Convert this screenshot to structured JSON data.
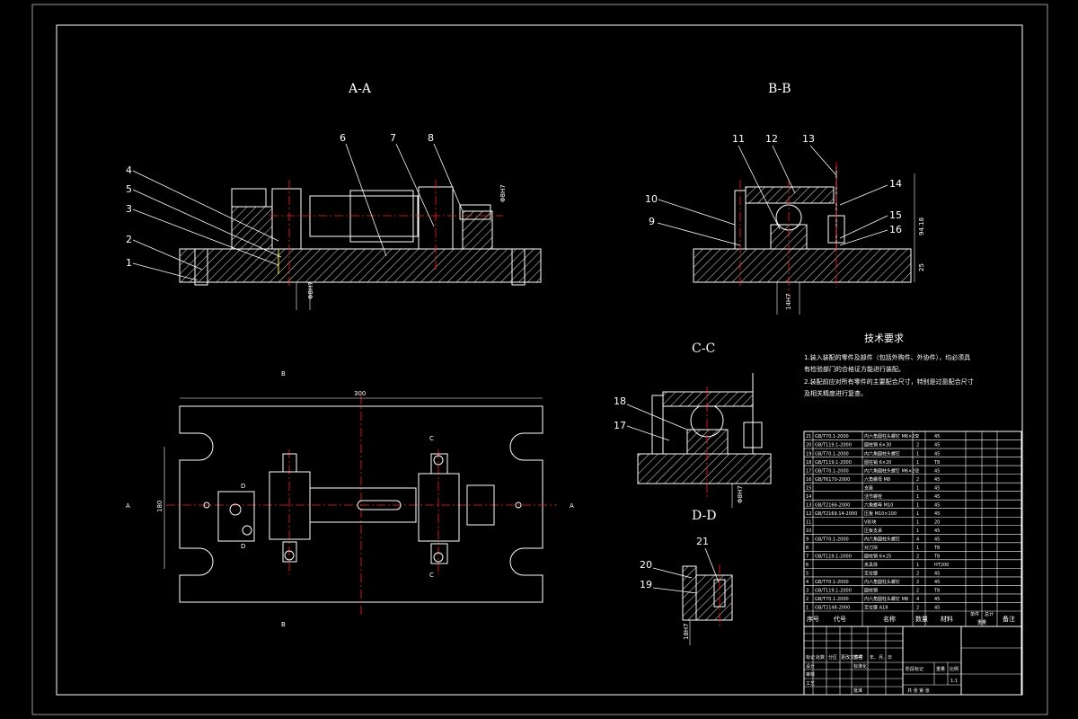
{
  "views": {
    "aa": "A-A",
    "bb": "B-B",
    "cc": "C-C",
    "dd": "D-D"
  },
  "section_markers": {
    "a_left": "A",
    "a_right": "A",
    "b_top": "B",
    "b_bottom": "B",
    "c_top": "C",
    "c_bottom": "C",
    "d_top": "D",
    "d_bottom": "D"
  },
  "dimensions": {
    "plan_length": "300",
    "plan_width": "180",
    "bb_height": "94.18",
    "bb_base": "25"
  },
  "part_callouts": [
    "1",
    "2",
    "3",
    "4",
    "5",
    "6",
    "7",
    "8",
    "9",
    "10",
    "11",
    "12",
    "13",
    "14",
    "15",
    "16",
    "17",
    "18",
    "19",
    "20",
    "21"
  ],
  "tech_req": {
    "title": "技术要求",
    "line1": "1.装入装配的零件及部件（包括外购件、外协件），均必须具",
    "line2": "有检验部门的合格证方能进行装配。",
    "line3": "2.装配前应对所有零件的主要配合尺寸，特别是过盈配合尺寸",
    "line4": "及相关精度进行复查。"
  },
  "bom": {
    "header": {
      "seq": "序号",
      "code": "代号",
      "name": "名称",
      "qty": "数量",
      "material": "材料",
      "unit_weight": "单件",
      "total_weight": "总计",
      "weight": "重量",
      "remark": "备注"
    },
    "rows": [
      {
        "seq": "21",
        "code": "GB/T70.1-2000",
        "name": "内六角圆柱头螺钉 M6×25",
        "qty": "2",
        "material": "45"
      },
      {
        "seq": "20",
        "code": "GB/T119.1-2000",
        "name": "圆柱销 6×30",
        "qty": "2",
        "material": "45"
      },
      {
        "seq": "19",
        "code": "GB/T70.1-2000",
        "name": "内六角圆柱头螺钉",
        "qty": "1",
        "material": "45"
      },
      {
        "seq": "18",
        "code": "GB/T119.1-2000",
        "name": "圆柱销 6×20",
        "qty": "1",
        "material": "T8"
      },
      {
        "seq": "17",
        "code": "GB/T70.1-2000",
        "name": "内六角圆柱头螺钉 M6×20",
        "qty": "2",
        "material": "45"
      },
      {
        "seq": "16",
        "code": "GB/T6170-2000",
        "name": "六角螺母 M8",
        "qty": "2",
        "material": "45"
      },
      {
        "seq": "15",
        "code": "",
        "name": "支座",
        "qty": "1",
        "material": "45"
      },
      {
        "seq": "14",
        "code": "",
        "name": "活节螺栓",
        "qty": "1",
        "material": "45"
      },
      {
        "seq": "13",
        "code": "GB/T2166-2000",
        "name": "六角螺母 M10",
        "qty": "1",
        "material": "45"
      },
      {
        "seq": "12",
        "code": "GB/T2169.14-2000",
        "name": "压板 M10×100",
        "qty": "1",
        "material": "45"
      },
      {
        "seq": "11",
        "code": "",
        "name": "V形块",
        "qty": "1",
        "material": "20"
      },
      {
        "seq": "10",
        "code": "",
        "name": "压板支承",
        "qty": "1",
        "material": "45"
      },
      {
        "seq": "9",
        "code": "GB/T70.1-2000",
        "name": "内六角圆柱头螺钉",
        "qty": "4",
        "material": "45"
      },
      {
        "seq": "8",
        "code": "",
        "name": "对刀块",
        "qty": "1",
        "material": "T8"
      },
      {
        "seq": "7",
        "code": "GB/T119.1-2000",
        "name": "圆柱销 6×25",
        "qty": "2",
        "material": "T8"
      },
      {
        "seq": "6",
        "code": "",
        "name": "夹具体",
        "qty": "1",
        "material": "HT200"
      },
      {
        "seq": "5",
        "code": "",
        "name": "定位键",
        "qty": "2",
        "material": "45"
      },
      {
        "seq": "4",
        "code": "GB/T70.1-2000",
        "name": "内六角圆柱头螺钉",
        "qty": "2",
        "material": "45"
      },
      {
        "seq": "3",
        "code": "GB/T119.1-2000",
        "name": "圆柱销",
        "qty": "2",
        "material": "T8"
      },
      {
        "seq": "2",
        "code": "GB/T70.1-2000",
        "name": "内六角圆柱头螺钉 M8",
        "qty": "4",
        "material": "45"
      },
      {
        "seq": "1",
        "code": "GB/T2148-2000",
        "name": "定位键 A18",
        "qty": "2",
        "material": "45"
      }
    ]
  },
  "title_block": {
    "mark": "标记",
    "count": "处数",
    "zone": "分区",
    "change_doc": "更改文件号",
    "signature": "签名",
    "date": "年、月、日",
    "design": "设计",
    "standardize": "标准化",
    "review": "审核",
    "process": "工艺",
    "approve": "批准",
    "stage_mark": "阶段标记",
    "weight": "重量",
    "scale": "比例",
    "scale_value": "1:1",
    "sheets": "共    张  第    张"
  },
  "colors": {
    "background": "#000000",
    "lines": "#ffffff",
    "centerlines": "#ff2020",
    "hidden": "#ffff30"
  }
}
